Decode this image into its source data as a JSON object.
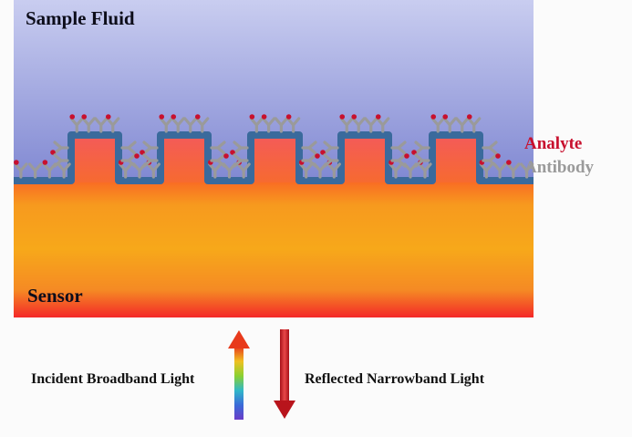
{
  "labels": {
    "sample_fluid": "Sample Fluid",
    "sensor": "Sensor",
    "analyte": "Analyte",
    "antibody": "Antibody",
    "incident": "Incident Broadband Light",
    "reflected": "Reflected Narrowband Light"
  },
  "colors": {
    "fluid_top": "#c9cdf0",
    "fluid_bottom": "#8088d2",
    "sensor_orange": "#f7a21c",
    "sensor_red": "#f42828",
    "grating": "#3a6a9c",
    "antibody": "#9a9a9a",
    "analyte": "#c8102e",
    "reflected_arrow": "#c01c24"
  }
}
